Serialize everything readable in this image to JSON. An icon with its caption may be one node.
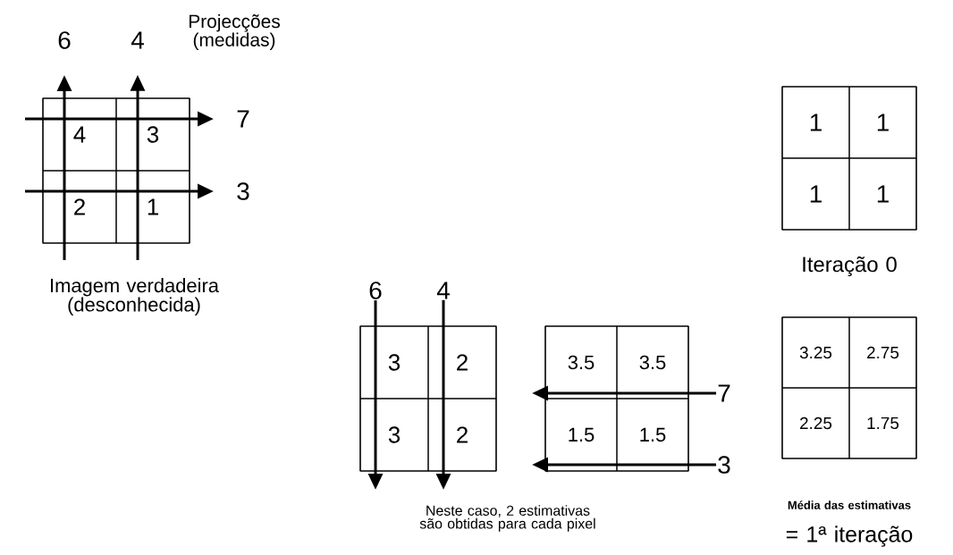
{
  "diagram": {
    "nodes": [
      {
        "text": [
          "6"
        ]
      },
      {
        "text": [
          "4"
        ]
      },
      {
        "text": [],
        "shape": "box"
      },
      {
        "text": [
          "4"
        ],
        "in": 2
      },
      {
        "text": [
          "3"
        ],
        "in": 2
      },
      {
        "text": [
          "2"
        ],
        "in": 2
      },
      {
        "text": [
          "1"
        ],
        "in": 2
      },
      {
        "text": [
          "7"
        ]
      },
      {
        "text": [
          "3"
        ]
      },
      {
        "text": [],
        "shape": "box"
      },
      {
        "text": [
          "1"
        ],
        "in": 9
      },
      {
        "text": [
          "1"
        ],
        "in": 9
      },
      {
        "text": [
          "1"
        ],
        "in": 9
      },
      {
        "text": [
          "1"
        ],
        "in": 9
      },
      {
        "text": [
          "6"
        ]
      },
      {
        "text": [
          "4"
        ]
      },
      {
        "text": [],
        "shape": "box"
      },
      {
        "text": [
          "3"
        ],
        "in": 16
      },
      {
        "text": [
          "2"
        ],
        "in": 16
      },
      {
        "text": [
          "3"
        ],
        "in": 16
      },
      {
        "text": [
          "2"
        ],
        "in": 16
      },
      {
        "text": [],
        "shape": "box"
      },
      {
        "text": [
          "3.5"
        ],
        "in": 21
      },
      {
        "text": [
          "3.5"
        ],
        "in": 21
      },
      {
        "text": [
          "1.5"
        ],
        "in": 21
      },
      {
        "text": [
          "1.5"
        ],
        "in": 21
      },
      {
        "text": [
          "7"
        ]
      },
      {
        "text": [
          "3"
        ]
      },
      {
        "text": [],
        "shape": "box"
      },
      {
        "text": [
          "3.25"
        ],
        "in": 28
      },
      {
        "text": [
          "2.75"
        ],
        "in": 28
      },
      {
        "text": [
          "2.25"
        ],
        "in": 28
      },
      {
        "text": [
          "1.75"
        ],
        "in": 28
      }
    ],
    "edges": [
      {
        "from": null,
        "to": 0,
        "arrow": "to"
      },
      {
        "from": null,
        "to": 1,
        "arrow": "to"
      },
      {
        "from": null,
        "to": 7,
        "arrow": "to"
      },
      {
        "from": null,
        "to": 8,
        "arrow": "to"
      },
      {
        "from": 14,
        "to": 17,
        "arrow": "to"
      },
      {
        "from": 14,
        "to": 19,
        "arrow": "to"
      },
      {
        "from": 15,
        "to": 18,
        "arrow": "to"
      },
      {
        "from": 15,
        "to": 20,
        "arrow": "to"
      },
      {
        "from": 26,
        "to": 23,
        "arrow": "to"
      },
      {
        "from": 26,
        "to": 22,
        "arrow": "to"
      },
      {
        "from": 27,
        "to": 25,
        "arrow": "to"
      },
      {
        "from": 27,
        "to": 24,
        "arrow": "to"
      }
    ],
    "labels": [
      "Projecções (medidas)",
      "Imagem verdadeira (desconhecida)",
      "Iteração 0",
      "Neste caso, 2 estimativas são obtidas para cada pixel",
      "Média das estimativas",
      "= 1ª iteração"
    ]
  }
}
